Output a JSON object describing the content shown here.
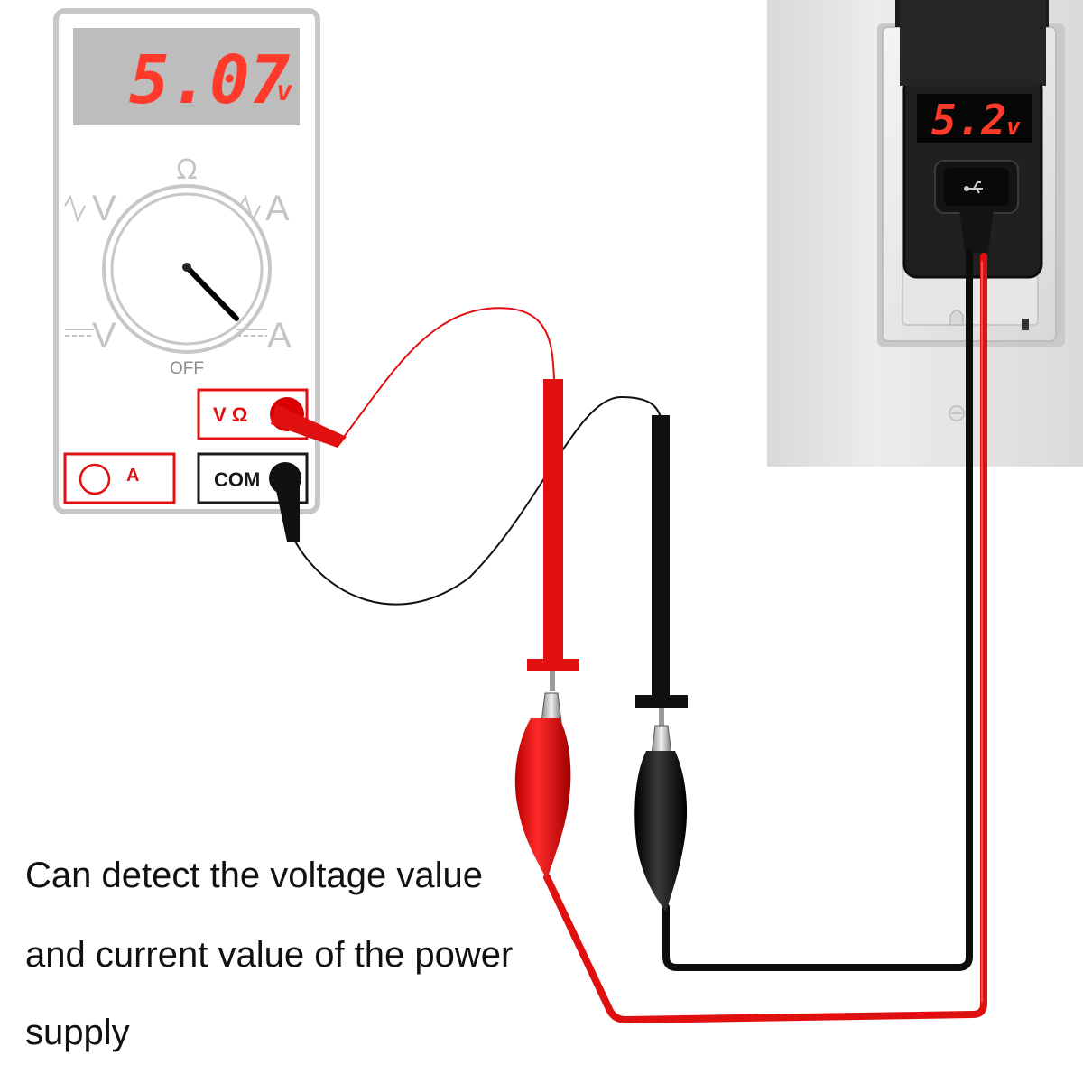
{
  "multimeter": {
    "reading_value": "5.07",
    "reading_unit": "v",
    "dial": {
      "ohm": "Ω",
      "ac_v": "V",
      "ac_a": "A",
      "dc_v": "V",
      "dc_a": "A",
      "off": "OFF"
    },
    "ports": {
      "v_ohm": "V Ω",
      "amp": "A",
      "com": "COM"
    }
  },
  "usb_tester": {
    "reading_value": "5.2",
    "reading_unit": "v",
    "port_icon": "usb-icon"
  },
  "caption": {
    "line1": "Can detect the voltage value",
    "line2": "and current value of the power",
    "line3": "supply"
  },
  "colors": {
    "red_lead": "#e01010",
    "black_lead": "#111111",
    "display_digits": "#ff3a2a",
    "meter_body": "#d0d0d0",
    "meter_display": "#bdbdbd"
  }
}
